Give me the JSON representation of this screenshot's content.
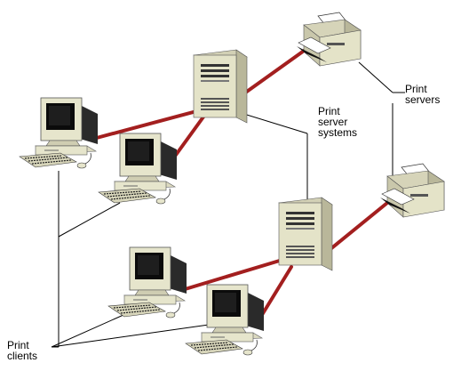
{
  "labels": {
    "print_servers": [
      "Print",
      "servers"
    ],
    "print_server_systems": [
      "Print",
      "server",
      "systems"
    ],
    "print_clients": [
      "Print",
      "clients"
    ]
  },
  "colors": {
    "network_link": "#a31f1f",
    "callout_line": "#000000",
    "device_body": "#e4e3c8",
    "device_shadow": "#b9b79a",
    "screen": "#0b0b0b"
  },
  "nodes": [
    {
      "type": "printer",
      "icon": "printer-icon"
    },
    {
      "type": "printer",
      "icon": "printer-icon"
    },
    {
      "type": "server",
      "icon": "server-tower-icon"
    },
    {
      "type": "server",
      "icon": "server-tower-icon"
    },
    {
      "type": "client",
      "icon": "desktop-computer-icon"
    },
    {
      "type": "client",
      "icon": "desktop-computer-icon"
    },
    {
      "type": "client",
      "icon": "desktop-computer-icon"
    },
    {
      "type": "client",
      "icon": "desktop-computer-icon"
    }
  ]
}
